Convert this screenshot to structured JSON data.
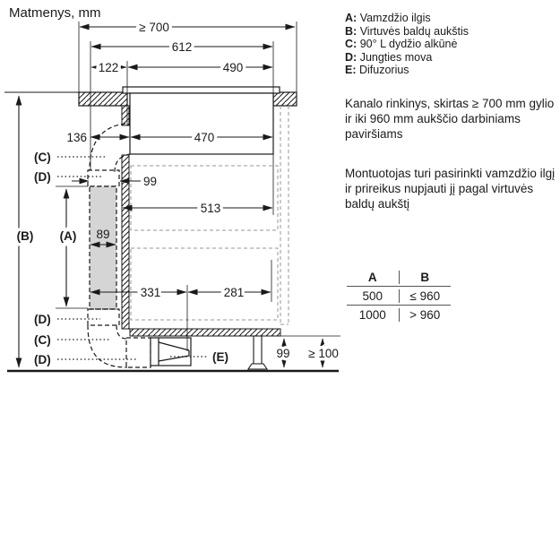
{
  "title": "Matmenys, mm",
  "legend": [
    {
      "key": "A:",
      "label": "Vamzdžio ilgis"
    },
    {
      "key": "B:",
      "label": "Virtuvės baldų aukštis"
    },
    {
      "key": "C:",
      "label": "90° L dydžio alkūnė"
    },
    {
      "key": "D:",
      "label": "Jungties mova"
    },
    {
      "key": "E:",
      "label": "Difuzorius"
    }
  ],
  "notes": {
    "note1": "Kanalo rinkinys, skirtas ≥ 700 mm gylio ir iki 960 mm aukščio darbiniams paviršiams",
    "note2": "Montuotojas turi pasirinkti vamzdžio ilgį ir prireikus nupjauti jį pagal virtuvės baldų aukštį"
  },
  "table": {
    "header_a": "A",
    "header_b": "B",
    "rows": [
      [
        "500",
        "≤ 960"
      ],
      [
        "1000",
        "> 960"
      ]
    ]
  },
  "diagram": {
    "dim_700": "≥ 700",
    "dim_612": "612",
    "dim_122": "122",
    "dim_490": "490",
    "dim_136": "136",
    "dim_470": "470",
    "dim_99_duct": "99",
    "dim_513": "513",
    "dim_89": "89",
    "dim_331": "331",
    "dim_281": "281",
    "dim_99_plinth": "99",
    "dim_100": "≥ 100",
    "label_a": "(A)",
    "label_b": "(B)",
    "label_c": "(C)",
    "label_d": "(D)",
    "label_e": "(E)",
    "colors": {
      "line": "#1a1a1a",
      "duct_fill": "#d5d5d5",
      "dash_gray": "#979797"
    }
  }
}
